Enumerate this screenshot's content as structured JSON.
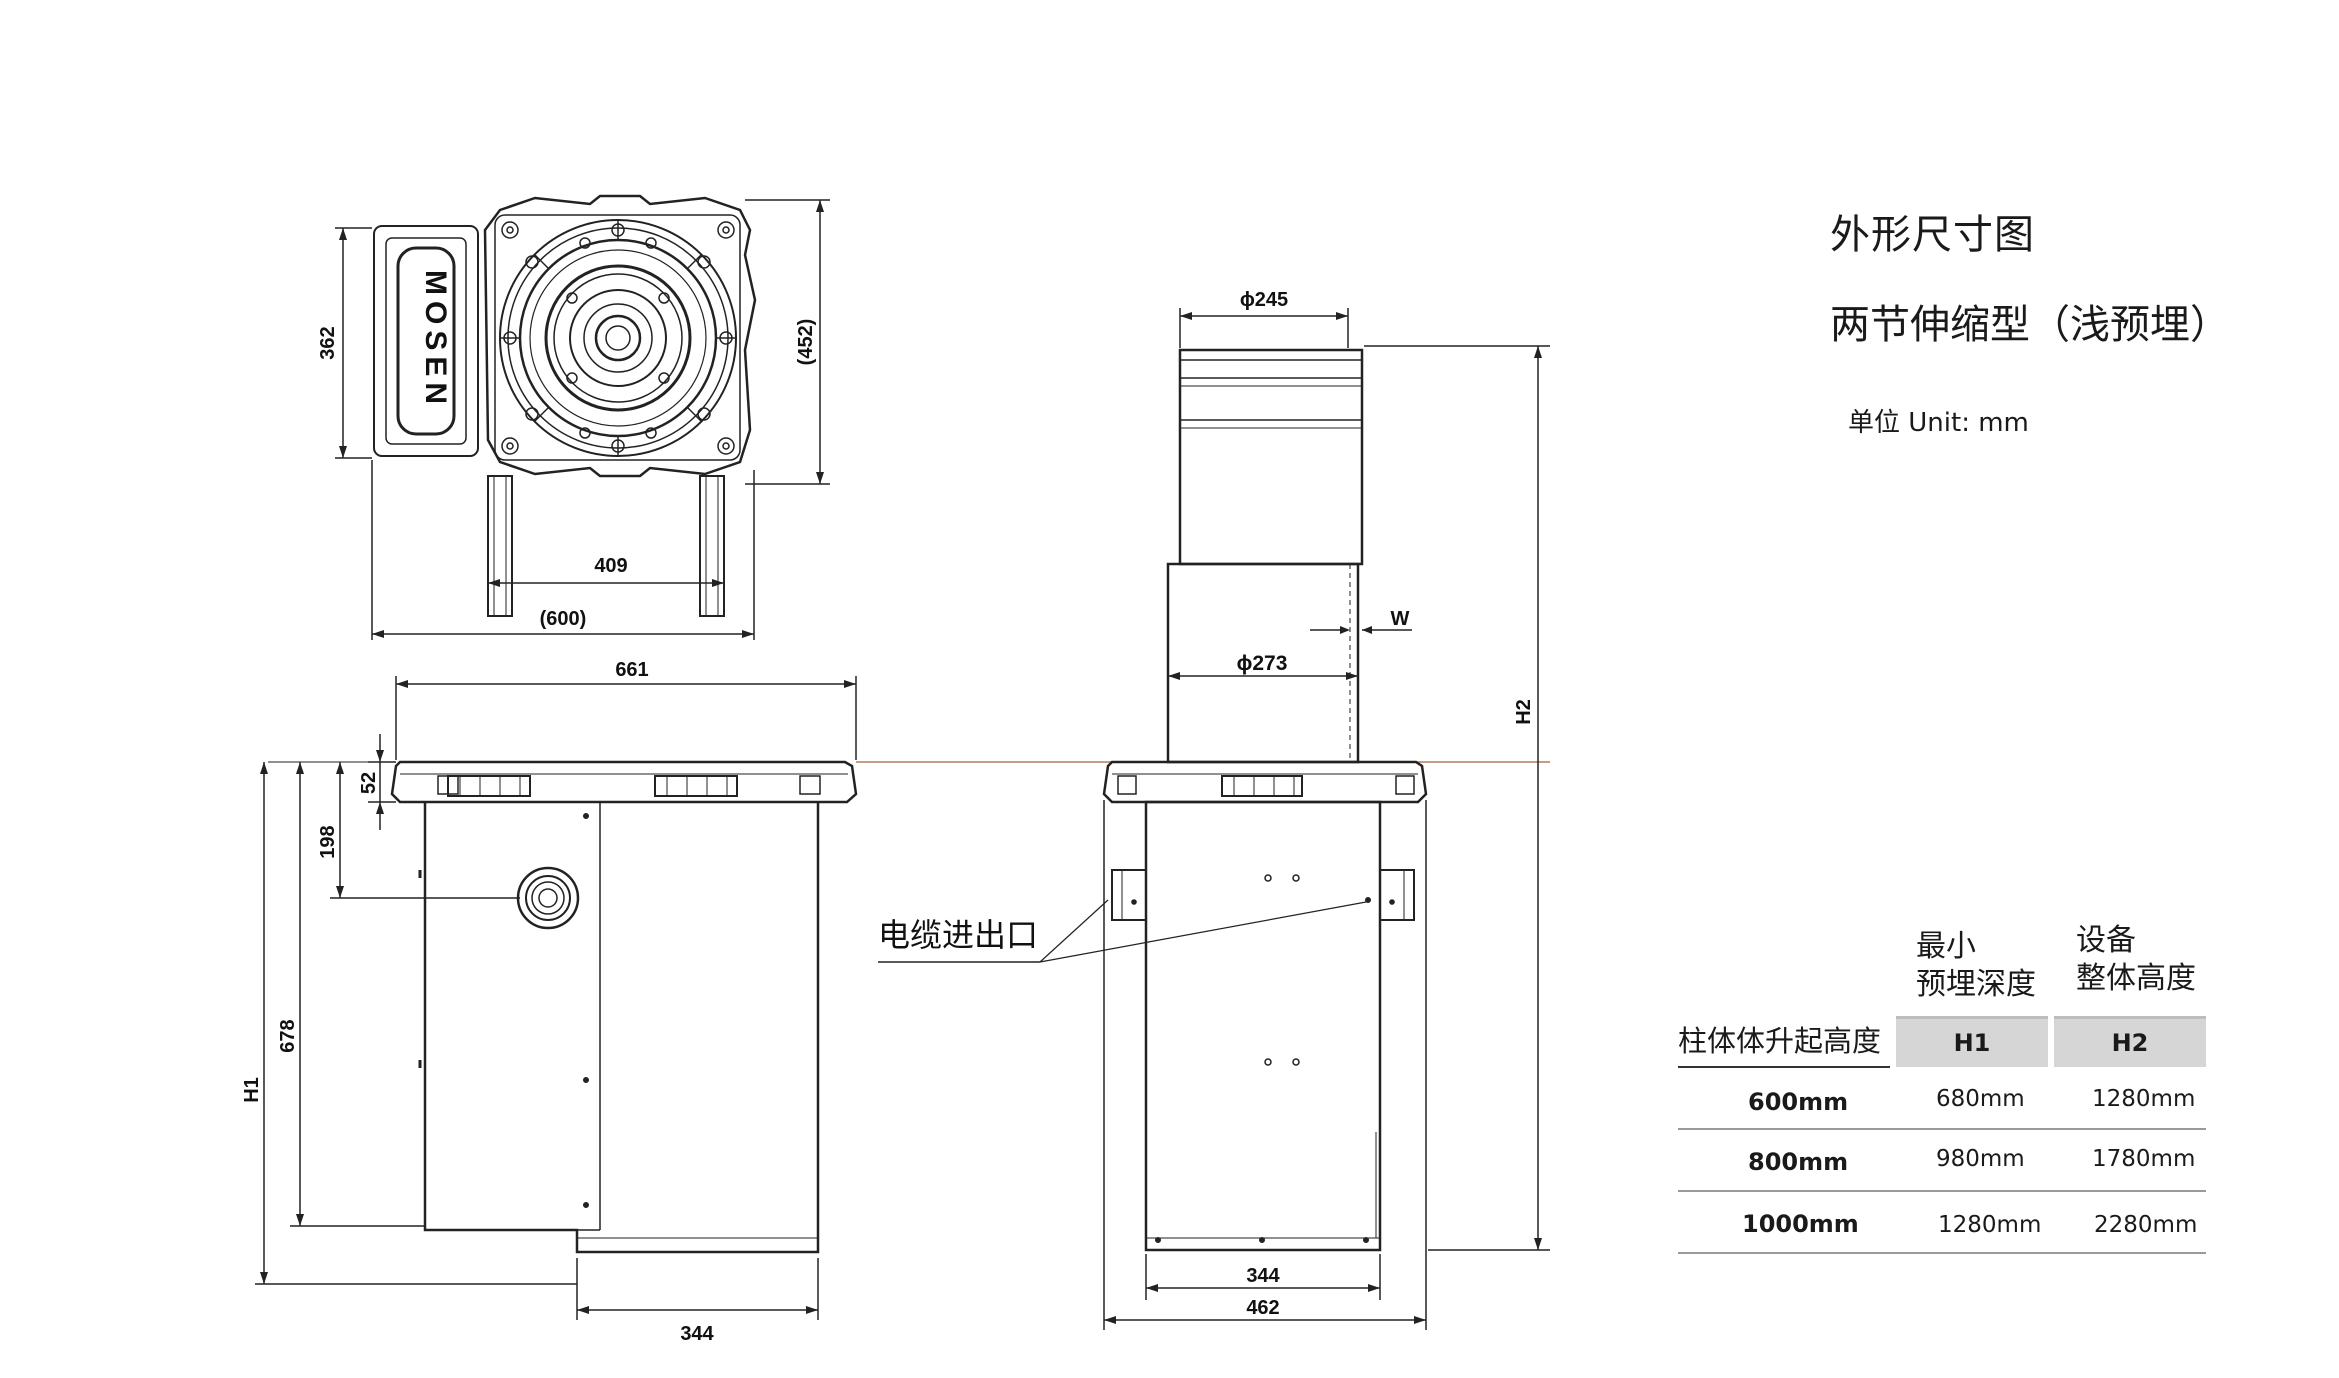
{
  "title": "外形尺寸图",
  "subtitle": "两节伸缩型（浅预埋）",
  "unit": "单位 Unit: mm",
  "brand": "MOSEN",
  "callout": "电缆进出口",
  "top_view": {
    "dim_362": "362",
    "dim_452": "(452)",
    "dim_409": "409",
    "dim_600": "(600)"
  },
  "side_view": {
    "dim_661": "661",
    "dim_52": "52",
    "dim_198": "198",
    "dim_678": "678",
    "dim_h1": "H1",
    "dim_344": "344"
  },
  "front_view": {
    "dim_245": "ϕ245",
    "dim_273": "ϕ273",
    "dim_w": "W",
    "dim_h2": "H2",
    "dim_344": "344",
    "dim_462": "462"
  },
  "table": {
    "head_h1": [
      "最小",
      "预埋深度"
    ],
    "head_h2": [
      "设备",
      "整体高度"
    ],
    "row_header_label": "柱体体升起高度",
    "col_h1": "H1",
    "col_h2": "H2",
    "rows": [
      {
        "height": "600mm",
        "h1": "680mm",
        "h2": "1280mm"
      },
      {
        "height": "800mm",
        "h1": "980mm",
        "h2": "1780mm"
      },
      {
        "height": "1000mm",
        "h1": "1280mm",
        "h2": "2280mm"
      }
    ]
  }
}
